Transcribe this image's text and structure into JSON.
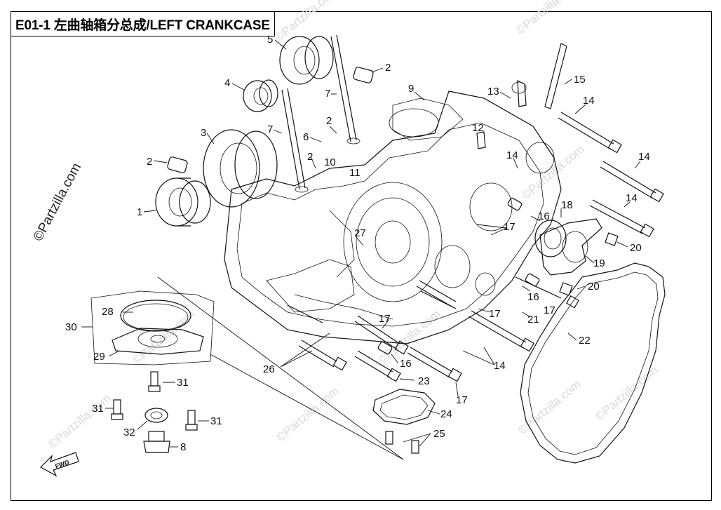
{
  "title": "E01-1 左曲轴箱分总成/LEFT CRANKCASE",
  "watermark": "©Partzilla.com",
  "fwd_label": "FWD",
  "callouts": {
    "c1": "1",
    "c2a": "2",
    "c2b": "2",
    "c2c": "2",
    "c2d": "2",
    "c3": "3",
    "c4": "4",
    "c5": "5",
    "c6": "6",
    "c7a": "7",
    "c7b": "7",
    "c8": "8",
    "c9": "9",
    "c10": "10",
    "c11": "11",
    "c12": "12",
    "c13": "13",
    "c14a": "14",
    "c14b": "14",
    "c14c": "14",
    "c14d": "14",
    "c14e": "14",
    "c15": "15",
    "c16a": "16",
    "c16b": "16",
    "c16c": "16",
    "c17a": "17",
    "c17b": "17",
    "c17c": "17",
    "c17d": "17",
    "c17e": "17",
    "c18": "18",
    "c19": "19",
    "c20a": "20",
    "c20b": "20",
    "c21": "21",
    "c22": "22",
    "c23": "23",
    "c24": "24",
    "c25": "25",
    "c26": "26",
    "c27": "27",
    "c28": "28",
    "c29": "29",
    "c30": "30",
    "c31a": "31",
    "c31b": "31",
    "c31c": "31",
    "c32": "32"
  },
  "colors": {
    "line": "#111111",
    "watermark": "#d9d9d9",
    "background": "#ffffff"
  }
}
